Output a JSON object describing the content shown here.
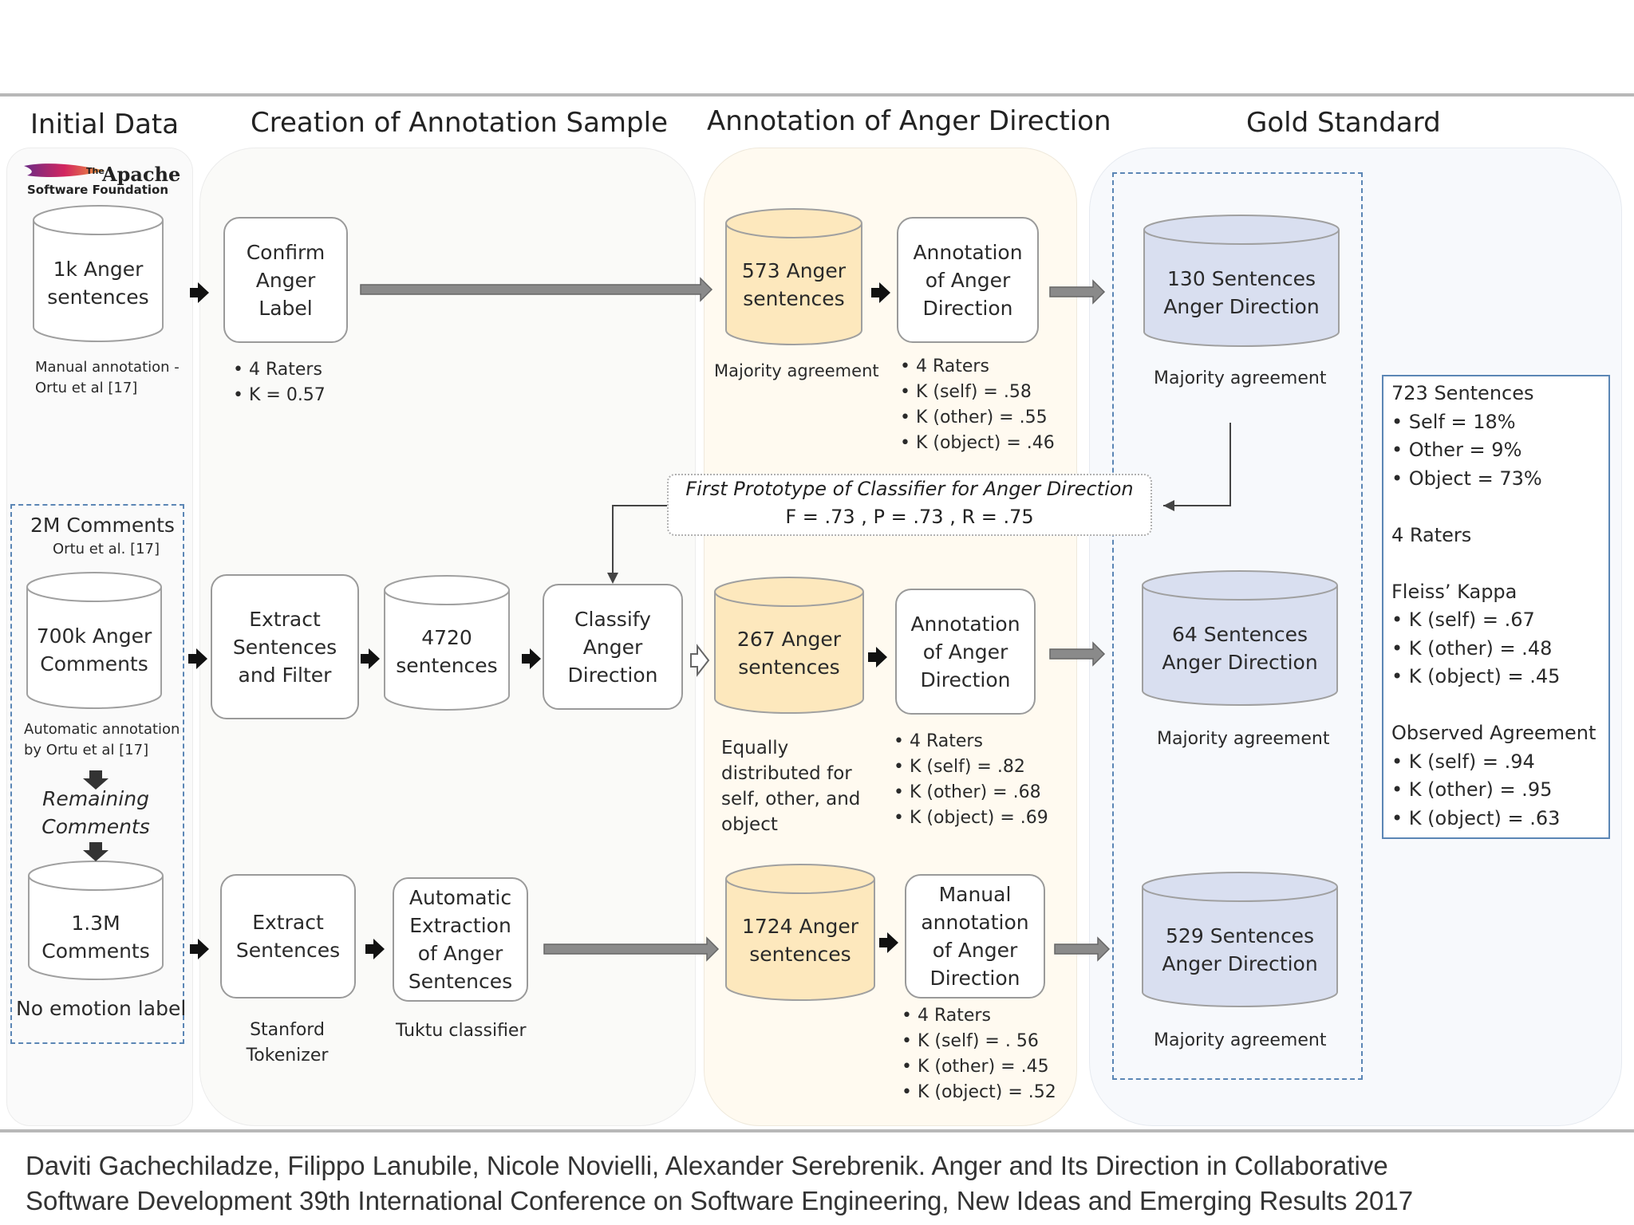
{
  "headers": {
    "initial": "Initial Data",
    "creation": "Creation of Annotation Sample",
    "annotation": "Annotation of Anger Direction",
    "gold": "Gold Standard"
  },
  "apache_logo": {
    "the": "The",
    "name": "Apache",
    "sub": "Software Foundation"
  },
  "initial": {
    "cyl1": [
      "1k Anger",
      "sentences"
    ],
    "cyl1_note": [
      "Manual annotation -",
      "Ortu et al  [17]"
    ],
    "comments_title": "2M Comments",
    "comments_cite": "Ortu et al. [17]",
    "cyl2": [
      "700k Anger",
      "Comments"
    ],
    "cyl2_note": [
      "Automatic annotation",
      "by Ortu et al  [17]"
    ],
    "remaining": [
      "Remaining",
      "Comments"
    ],
    "cyl3": [
      "1.3M",
      "Comments"
    ],
    "no_emotion": "No emotion label"
  },
  "row1": {
    "confirm": [
      "Confirm",
      "Anger",
      "Label"
    ],
    "confirm_list": [
      "• 4 Raters",
      "• K = 0.57"
    ],
    "cyl": [
      "573 Anger",
      "sentences"
    ],
    "cyl_note": "Majority agreement",
    "annot": [
      "Annotation",
      "of Anger",
      "Direction"
    ],
    "annot_list": [
      "• 4 Raters",
      "• K (self) = .58",
      "• K (other) =  .55",
      "• K (object) =  .46"
    ],
    "gold": [
      "130 Sentences",
      "Anger Direction"
    ],
    "gold_note": "Majority agreement"
  },
  "prototype": {
    "title": "First Prototype of Classifier for Anger Direction",
    "metrics": "F = .73 , P = .73 , R = .75"
  },
  "row2": {
    "extract": [
      "Extract",
      "Sentences",
      "and Filter"
    ],
    "cyl_mid": [
      "4720",
      "sentences"
    ],
    "classify": [
      "Classify",
      "Anger",
      "Direction"
    ],
    "cyl": [
      "267 Anger",
      "sentences"
    ],
    "cyl_note": [
      "Equally",
      "distributed for",
      "self, other, and",
      "object"
    ],
    "annot": [
      "Annotation",
      "of Anger",
      "Direction"
    ],
    "annot_list": [
      "• 4 Raters",
      "• K (self) = .82",
      "• K (other) =  .68",
      "• K (object) =  .69"
    ],
    "gold": [
      "64 Sentences",
      "Anger Direction"
    ],
    "gold_note": "Majority agreement"
  },
  "row3": {
    "extract": [
      "Extract",
      "Sentences"
    ],
    "extract_note": [
      "Stanford",
      "Tokenizer"
    ],
    "auto": [
      "Automatic",
      "Extraction",
      "of Anger",
      "Sentences"
    ],
    "auto_note": "Tuktu classifier",
    "cyl": [
      "1724 Anger",
      "sentences"
    ],
    "manual": [
      "Manual",
      "annotation",
      "of Anger",
      "Direction"
    ],
    "manual_list": [
      "• 4 Raters",
      "• K (self) = . 56",
      "• K (other) =  .45",
      "• K (object) =  .52"
    ],
    "gold": [
      "529 Sentences",
      "Anger Direction"
    ],
    "gold_note": "Majority agreement"
  },
  "summary": [
    "723 Sentences",
    "•    Self = 18%",
    "•    Other = 9%",
    "•    Object = 73%",
    "",
    "4 Raters",
    "",
    "Fleiss’ Kappa",
    "• K (self) = .67",
    "• K (other) =  .48",
    "• K (object) =  .45",
    "",
    "Observed Agreement",
    "• K (self) = .94",
    "• K (other) = .95",
    "• K (object) =  .63"
  ],
  "citation": [
    "Daviti Gachechiladze, Filippo Lanubile, Nicole Novielli, Alexander Serebrenik. Anger and Its Direction in Collaborative",
    "Software Development 39th International Conference on Software Engineering, New Ideas and Emerging Results 2017"
  ],
  "colors": {
    "cyl_white": "#ffffff",
    "cyl_orange": "#fde8bd",
    "cyl_blue": "#d9dff0",
    "panel": "#fbfbfa",
    "panel_warm": "#fffaf0",
    "gold_panel": "#f7f9fc",
    "summary_border": "#5b86b5",
    "dash_blue": "#5b86b5"
  }
}
